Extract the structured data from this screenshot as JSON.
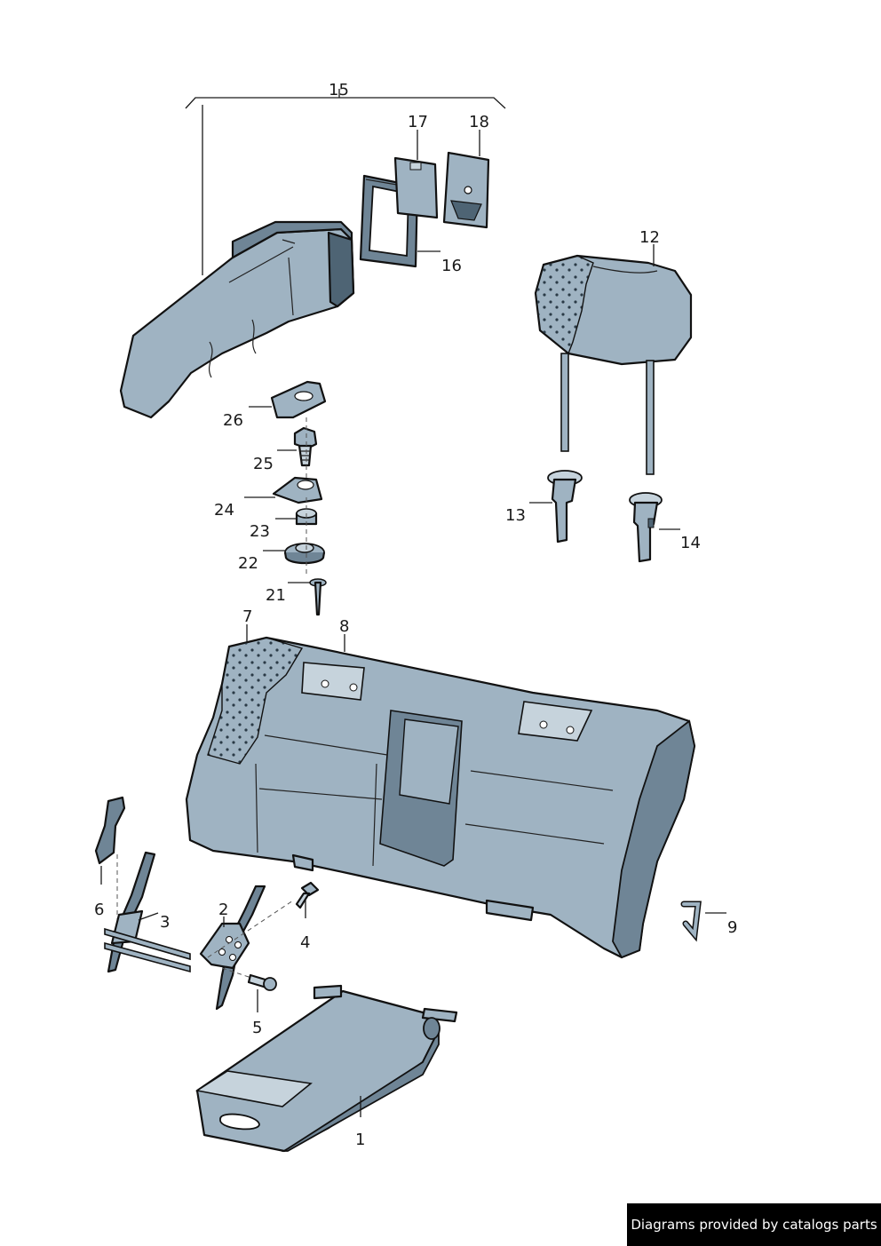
{
  "colors": {
    "part_fill": "#9fb3c2",
    "part_shadow": "#6f8596",
    "part_dark": "#4e6474",
    "part_light": "#c6d3dc",
    "outline": "#111111",
    "footer_bg": "#000000",
    "footer_text": "#ffffff"
  },
  "callouts": {
    "c15": "15",
    "c17": "17",
    "c18": "18",
    "c16": "16",
    "c12": "12",
    "c26": "26",
    "c25": "25",
    "c24": "24",
    "c23": "23",
    "c22": "22",
    "c21": "21",
    "c13": "13",
    "c14": "14",
    "c7": "7",
    "c8": "8",
    "c6": "6",
    "c3": "3",
    "c2": "2",
    "c4": "4",
    "c9": "9",
    "c5": "5",
    "c1": "1"
  },
  "footer": {
    "text": "Diagrams provided by catalogs parts"
  }
}
